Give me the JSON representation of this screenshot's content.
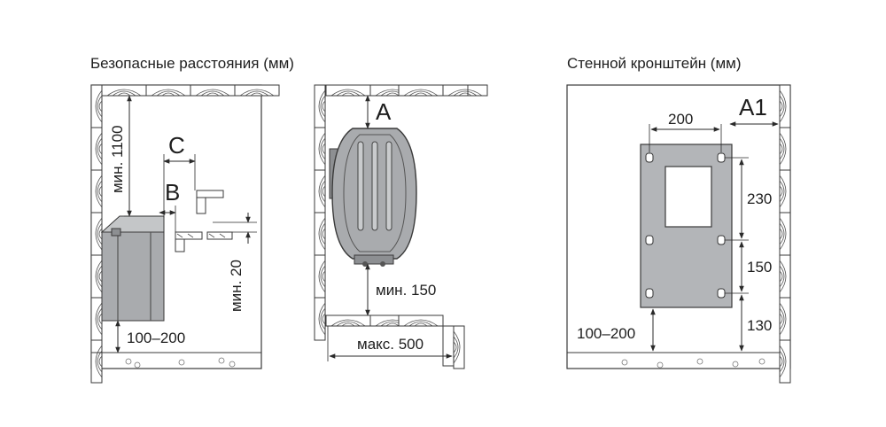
{
  "headings": {
    "safe_distances": "Безопасные расстояния (мм)",
    "wall_bracket": "Стенной кронштейн (мм)"
  },
  "side_view": {
    "ceiling_min": "мин. 1100",
    "label_c": "C",
    "label_b": "B",
    "shelf_min": "мин. 20",
    "floor_gap": "100–200"
  },
  "front_view": {
    "label_a": "A",
    "floor_min": "мин. 150",
    "width_max": "макс. 500"
  },
  "bracket_view": {
    "label_a1": "A1",
    "width": "200",
    "vertical_1": "230",
    "vertical_2": "150",
    "vertical_3": "130",
    "floor_gap": "100–200"
  },
  "colors": {
    "line": "#3a3a3a",
    "heater_fill": "#a9abae",
    "bracket_fill": "#b3b5b8",
    "wall_pattern": "#555555"
  }
}
